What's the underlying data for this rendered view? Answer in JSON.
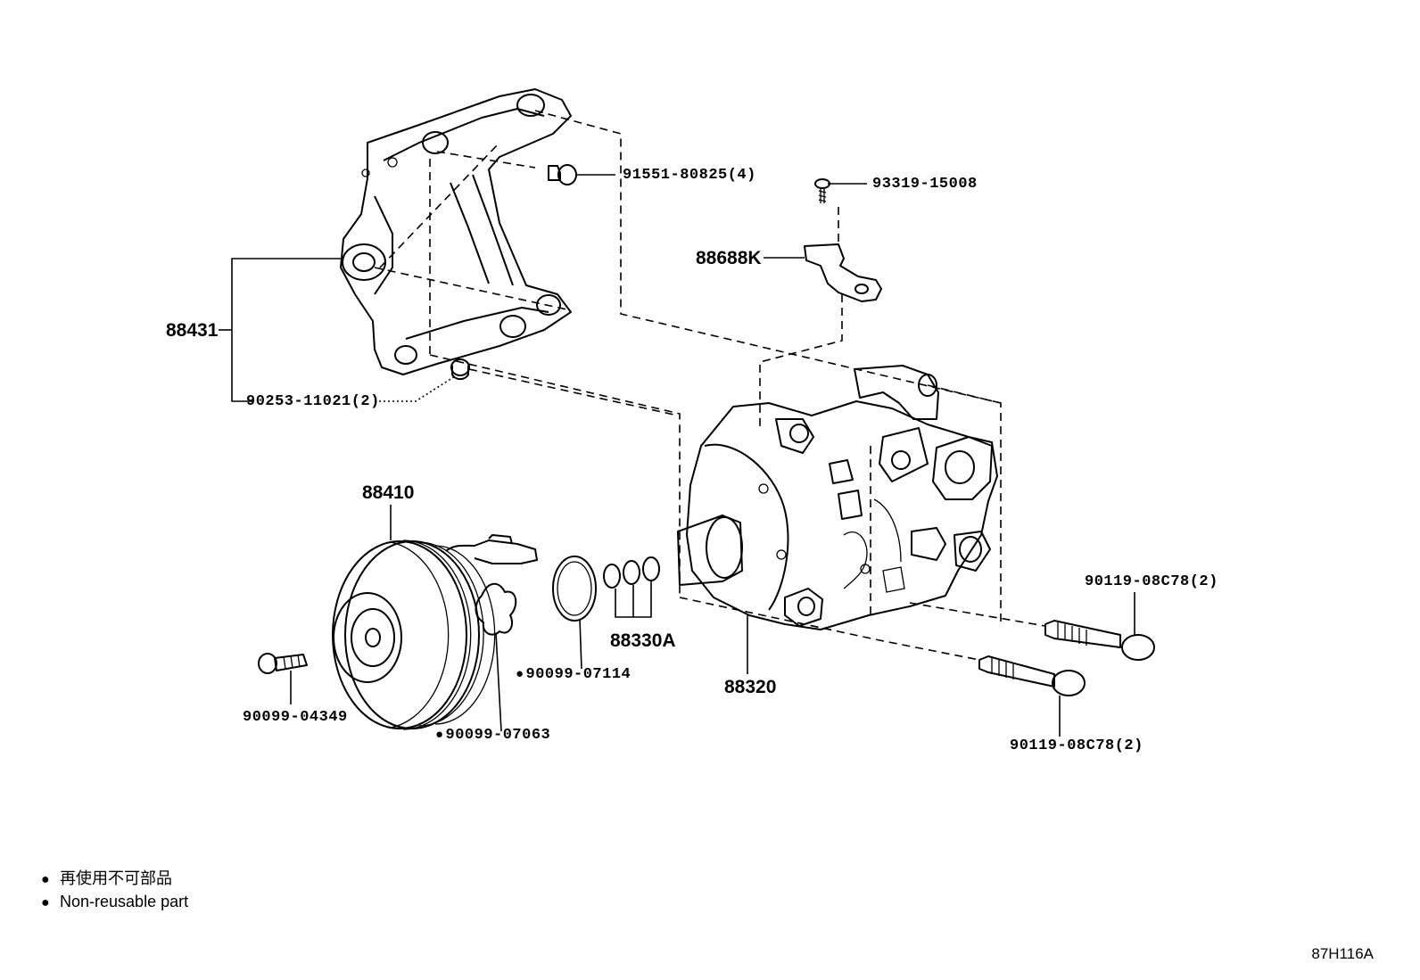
{
  "parts": {
    "bracket": "88431",
    "bracket_bolt": "91551-80825(4)",
    "collar": "90253-11021(2)",
    "screw": "93319-15008",
    "sensor": "88688K",
    "clutch": "88410",
    "clutch_bolt": "90099-04349",
    "gasket": "90099-07063",
    "snap_ring": "90099-07114",
    "shims": "88330A",
    "compressor": "88320",
    "mount_bolt_upper": "90119-08C78(2)",
    "mount_bolt_lower": "90119-08C78(2)"
  },
  "legend": {
    "line_jp": "再使用不可部品",
    "line_en": "Non-reusable part"
  },
  "diagram_code": "87H116A"
}
